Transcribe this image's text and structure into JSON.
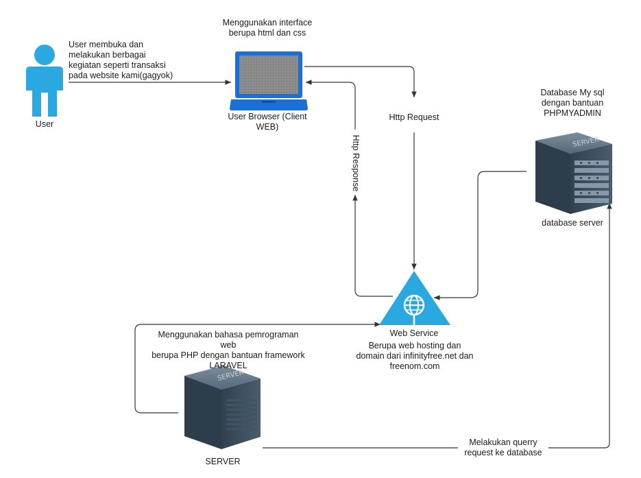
{
  "nodes": {
    "user": {
      "label": "User",
      "note": "User membuka dan\nmelakukan berbagai\nkegiatan seperti transaksi\npada  website kami(gagyok)"
    },
    "browser": {
      "label": "User Browser (Client\nWEB)",
      "note": "Menggunakan interface\nberupa html dan css"
    },
    "web_service": {
      "label": "Web Service",
      "note": "Berupa web hosting dan\ndomain dari infinityfree.net dan\nfreenom.com"
    },
    "database_server": {
      "label": "database server",
      "note": "Database My sql\ndengan bantuan\nPHPMYADMIN",
      "server_plate": "SERVER"
    },
    "server": {
      "label": "SERVER",
      "note": "Menggunakan bahasa pemrograman web\nberupa PHP dengan bantuan framework\nLARAVEL",
      "server_plate": "SERVER"
    }
  },
  "edges": {
    "http_request": "Http Request",
    "http_response": "Http Response",
    "query": "Melakukan querry\nrequest ke database"
  },
  "colors": {
    "user_icon": "#2aa8e0",
    "web_service_icon": "#2aa8e0",
    "laptop_frame": "#1b6fd6",
    "laptop_screen": "#8a8a8a",
    "server_body": "#3f5266",
    "connector": "#333333"
  }
}
